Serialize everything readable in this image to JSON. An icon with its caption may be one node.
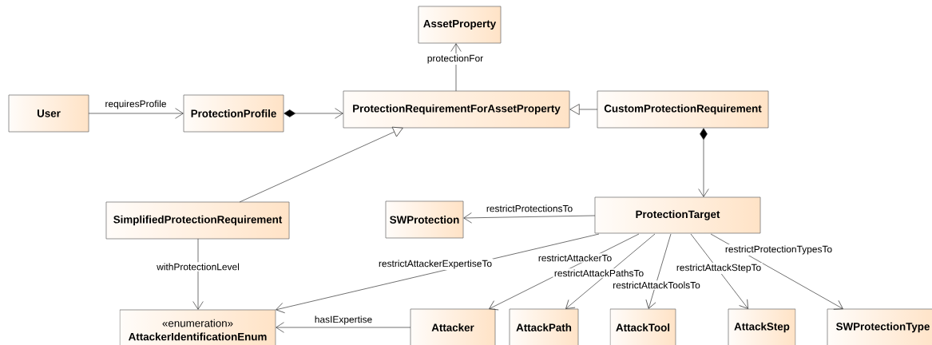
{
  "diagram": {
    "nodes": [
      {
        "text": [
          "AssetProperty"
        ]
      },
      {
        "text": [
          "User"
        ]
      },
      {
        "text": [
          "ProtectionProfile"
        ]
      },
      {
        "text": [
          "ProtectionRequirementForAssetProperty"
        ]
      },
      {
        "text": [
          "CustomProtectionRequirement"
        ]
      },
      {
        "text": [
          "SimplifiedProtectionRequirement"
        ]
      },
      {
        "text": [
          "SWProtection"
        ]
      },
      {
        "text": [
          "ProtectionTarget"
        ]
      },
      {
        "text": [
          "«enumeration»",
          "AttackerIdentificationEnum"
        ]
      },
      {
        "text": [
          "Attacker"
        ]
      },
      {
        "text": [
          "AttackPath"
        ]
      },
      {
        "text": [
          "AttackTool"
        ]
      },
      {
        "text": [
          "AttackStep"
        ]
      },
      {
        "text": [
          "SWProtectionType"
        ]
      }
    ],
    "edges": [
      {
        "from": 1,
        "to": 2,
        "arrow": "to",
        "label": "requiresProfile"
      },
      {
        "from": 2,
        "to": 3,
        "arrow": "to"
      },
      {
        "from": 3,
        "to": 0,
        "arrow": "to",
        "label": "protectionFor"
      },
      {
        "from": 4,
        "to": 3,
        "arrow": "to"
      },
      {
        "from": 5,
        "to": 3,
        "arrow": "to"
      },
      {
        "from": 4,
        "to": 7,
        "arrow": "to"
      },
      {
        "from": 5,
        "to": 8,
        "arrow": "to",
        "label": "withProtectionLevel"
      },
      {
        "from": 7,
        "to": 6,
        "arrow": "to",
        "label": "restrictProtectionsTo"
      },
      {
        "from": 7,
        "to": 8,
        "arrow": "to",
        "label": "restrictAttackerExpertiseTo"
      },
      {
        "from": 7,
        "to": 9,
        "arrow": "to",
        "label": "restrictAttackerTo"
      },
      {
        "from": 7,
        "to": 10,
        "arrow": "to",
        "label": "restrictAttackPathsTo"
      },
      {
        "from": 7,
        "to": 11,
        "arrow": "to",
        "label": "restrictAttackToolsTo"
      },
      {
        "from": 7,
        "to": 12,
        "arrow": "to",
        "label": "restrictAttackStepTo"
      },
      {
        "from": 7,
        "to": 13,
        "arrow": "to",
        "label": "restrictProtectionTypesTo"
      },
      {
        "from": 9,
        "to": 8,
        "arrow": "to",
        "label": "hasIExpertise"
      }
    ]
  }
}
